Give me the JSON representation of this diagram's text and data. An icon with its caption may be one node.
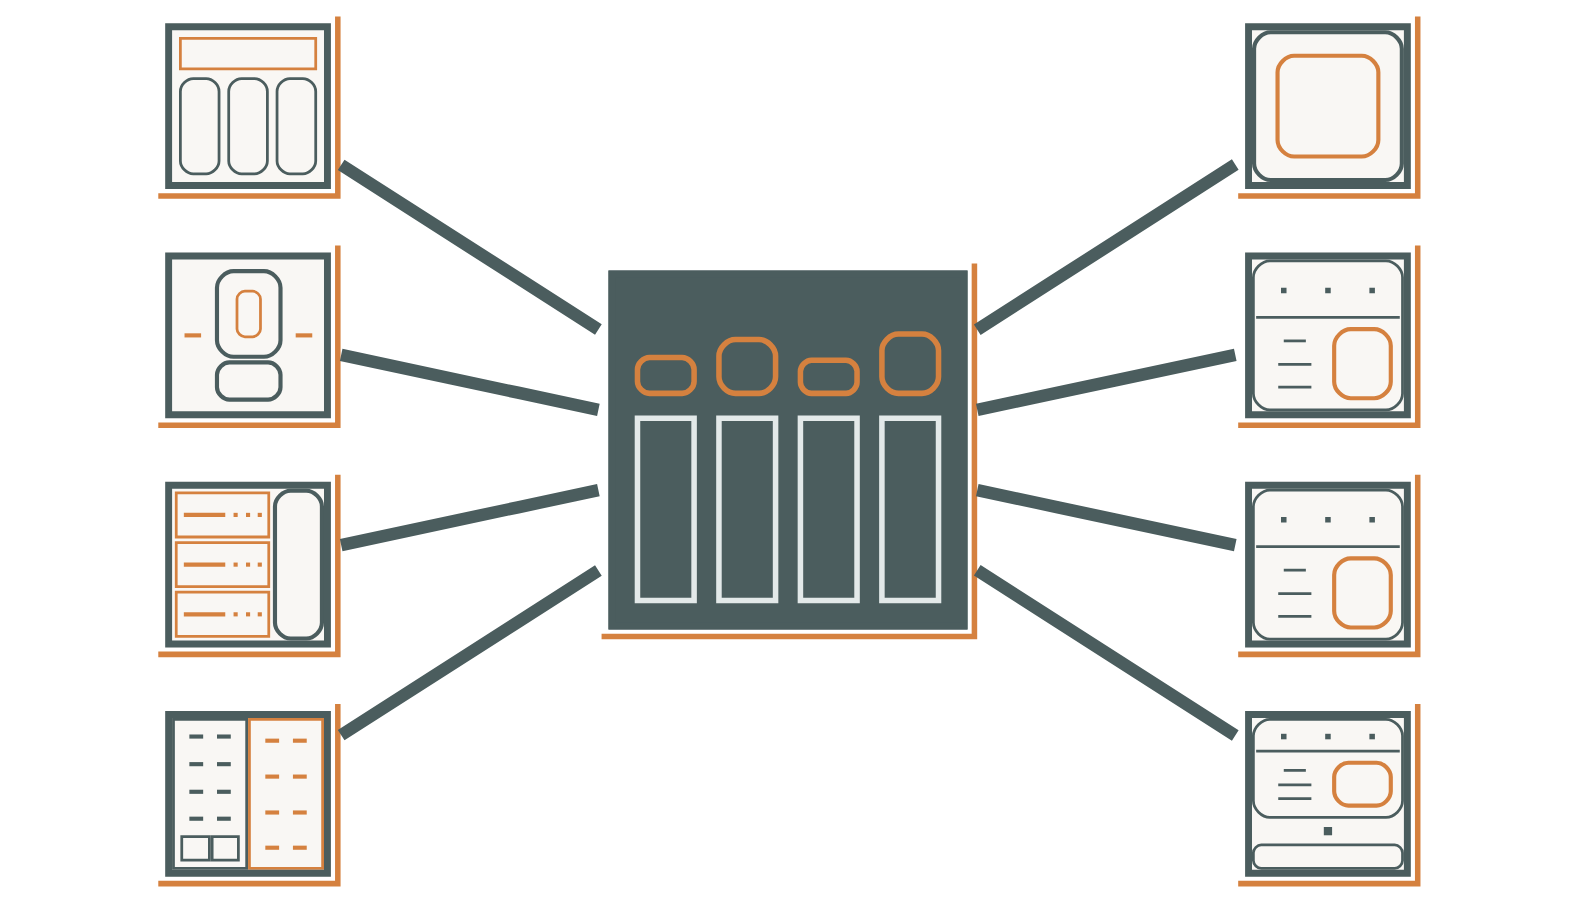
{
  "diagram": {
    "nodes": [
      {
        "text": [],
        "shape": "picture"
      },
      {
        "text": [],
        "shape": "picture"
      },
      {
        "text": [],
        "shape": "picture"
      },
      {
        "text": [],
        "shape": "picture"
      },
      {
        "text": [],
        "shape": "picture"
      },
      {
        "text": [],
        "shape": "picture"
      },
      {
        "text": [],
        "shape": "picture"
      },
      {
        "text": [],
        "shape": "picture"
      },
      {
        "text": [],
        "shape": "picture"
      }
    ],
    "edges": [
      {
        "from": 0,
        "to": 3,
        "arrow": "none"
      },
      {
        "from": 2,
        "to": 3,
        "arrow": "none"
      },
      {
        "from": 5,
        "to": 3,
        "arrow": "none"
      },
      {
        "from": 7,
        "to": 3,
        "arrow": "none"
      },
      {
        "from": 3,
        "to": 1,
        "arrow": "none"
      },
      {
        "from": 3,
        "to": 4,
        "arrow": "none"
      },
      {
        "from": 3,
        "to": 6,
        "arrow": "none"
      },
      {
        "from": 3,
        "to": 8,
        "arrow": "none"
      }
    ]
  }
}
